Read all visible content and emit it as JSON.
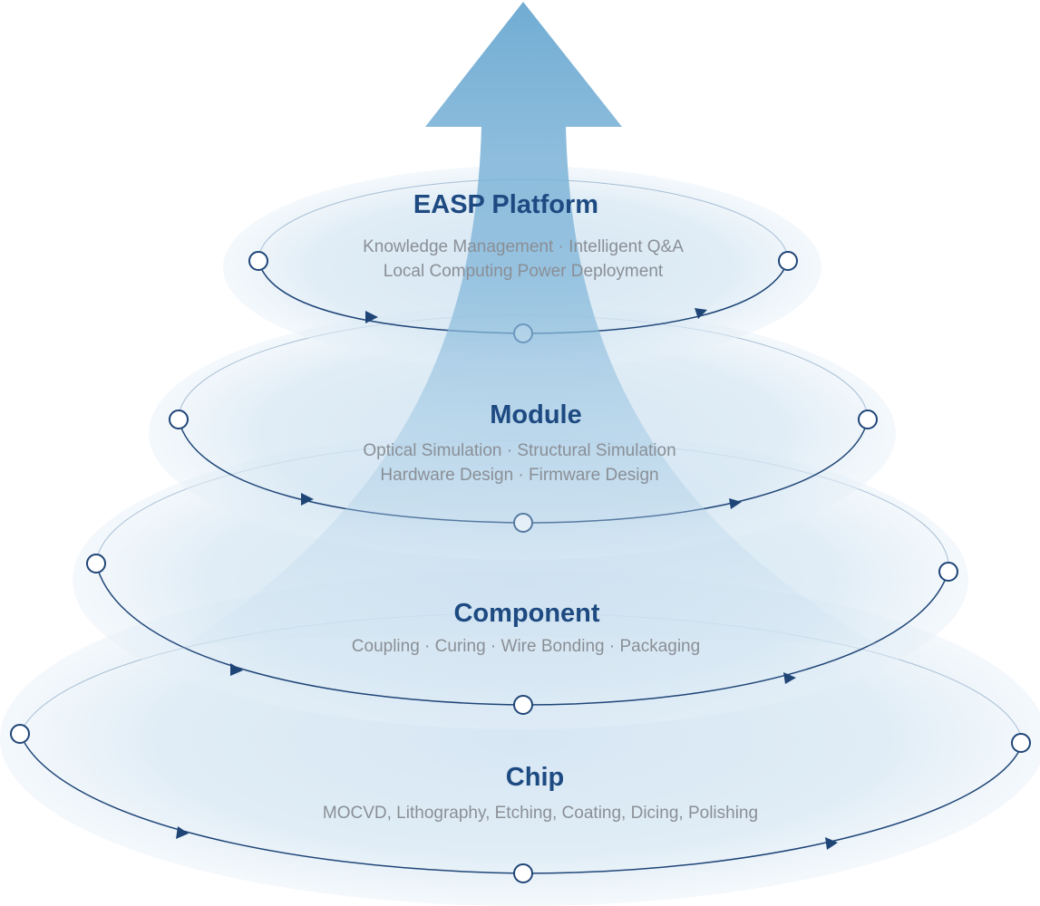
{
  "layers": [
    {
      "id": "easp-platform",
      "title": "EASP Platform",
      "lines": [
        "Knowledge Management · Intelligent Q&A",
        "Local Computing Power Deployment"
      ]
    },
    {
      "id": "module",
      "title": "Module",
      "lines": [
        "Optical Simulation · Structural Simulation",
        "Hardware Design · Firmware Design"
      ]
    },
    {
      "id": "component",
      "title": "Component",
      "lines": [
        "Coupling · Curing · Wire Bonding · Packaging"
      ]
    },
    {
      "id": "chip",
      "title": "Chip",
      "lines": [
        "MOCVD, Lithography, Etching, Coating, Dicing, Polishing"
      ]
    }
  ],
  "colors": {
    "title": "#1e4a82",
    "description": "#8a8f96",
    "orbit": "#1f4577",
    "disc": "#dbe9f4",
    "arrow": "#6faad0"
  },
  "icons": {
    "upward_arrow": "up-arrow",
    "flow_marker": "triangle-arrow",
    "node": "circle-node"
  }
}
